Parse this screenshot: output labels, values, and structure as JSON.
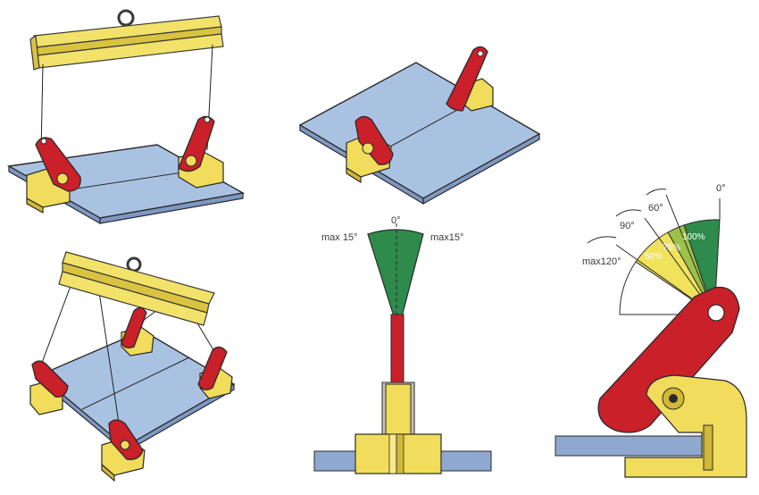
{
  "swing_diagram": {
    "top_angle": "0°",
    "left_angle": "max 15°",
    "right_angle": "max15°"
  },
  "capacity_diagram": {
    "vertical_angle": "0°",
    "angles": [
      "60°",
      "90°",
      "max120°"
    ],
    "percentages": [
      "100%",
      "75%",
      "50%"
    ],
    "colors": [
      "#2e8b4b",
      "#9cc24a",
      "#f0e25a"
    ]
  }
}
